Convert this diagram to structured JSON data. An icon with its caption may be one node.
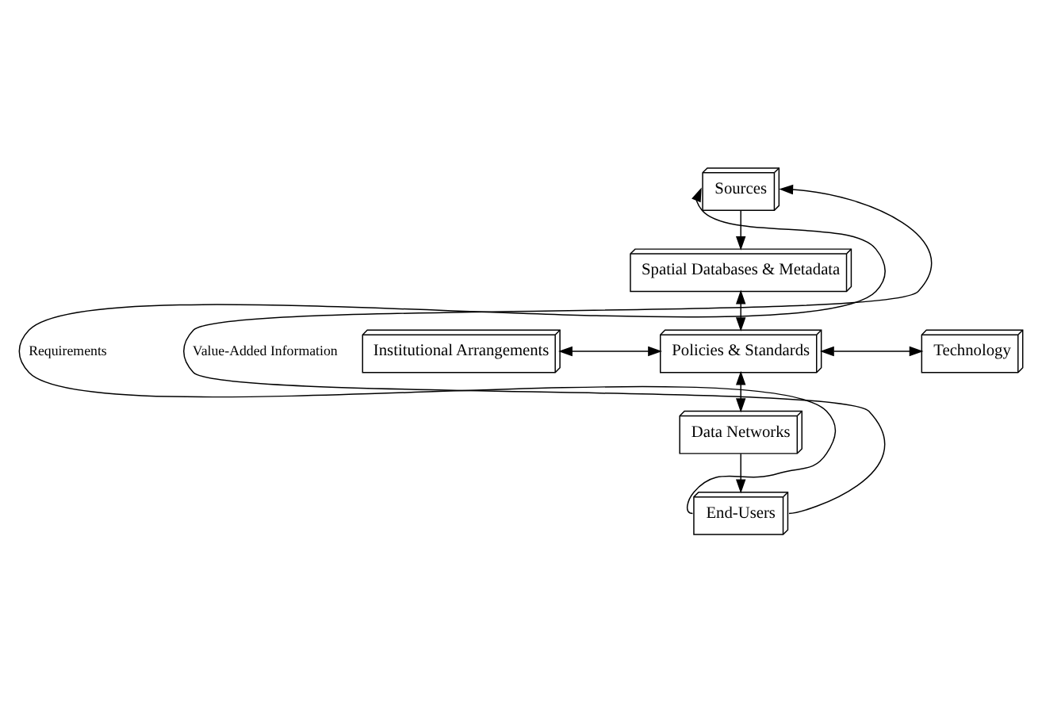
{
  "diagram": {
    "nodes": [
      {
        "text": [
          "Sources"
        ]
      },
      {
        "text": [
          "Spatial Databases & Metadata"
        ]
      },
      {
        "text": [
          "Institutional Arrangements"
        ]
      },
      {
        "text": [
          "Policies & Standards"
        ]
      },
      {
        "text": [
          "Technology"
        ]
      },
      {
        "text": [
          "Data Networks"
        ]
      },
      {
        "text": [
          "End-Users"
        ]
      }
    ],
    "edges": [
      {
        "from": 0,
        "to": 1,
        "arrow": "to"
      },
      {
        "from": 1,
        "to": 3,
        "arrow": "both"
      },
      {
        "from": 2,
        "to": 3,
        "arrow": "both"
      },
      {
        "from": 3,
        "to": 4,
        "arrow": "both"
      },
      {
        "from": 3,
        "to": 5,
        "arrow": "both"
      },
      {
        "from": 5,
        "to": 6,
        "arrow": "to"
      },
      {
        "from": 6,
        "to": 0,
        "arrow": "to",
        "label": "Requirements"
      },
      {
        "from": 6,
        "to": 0,
        "arrow": "to",
        "label": "Value-Added Information"
      }
    ]
  }
}
